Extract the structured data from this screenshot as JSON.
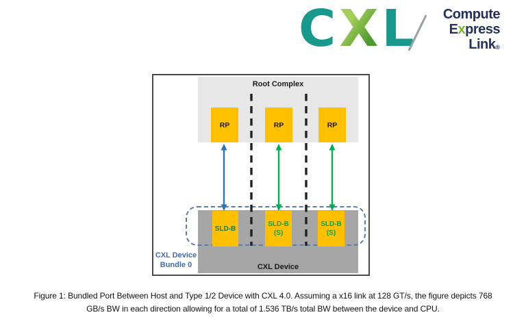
{
  "logo": {
    "wordmark": {
      "c": "C",
      "x": "X",
      "l": "L"
    },
    "tagline": {
      "line1": "Compute",
      "express_e": "E",
      "express_x": "x",
      "express_rest": "press",
      "line3": "Link",
      "registered": "®"
    }
  },
  "diagram": {
    "root_complex": {
      "label": "Root Complex",
      "ports": [
        {
          "label": "RP"
        },
        {
          "label": "RP"
        },
        {
          "label": "RP"
        }
      ]
    },
    "device": {
      "label": "CXL Device",
      "slds": [
        {
          "line1": "SLD-B",
          "line2": ""
        },
        {
          "line1": "SLD-B",
          "line2": "(S)"
        },
        {
          "line1": "SLD-B",
          "line2": "(S)"
        }
      ]
    },
    "bundle": {
      "label_line1": "CXL Device",
      "label_line2": "Bundle 0"
    },
    "colors": {
      "box_orange": "#FFC000",
      "root_complex_bg": "#E8E7E7",
      "device_bg": "#A6A6A6",
      "link_blue": "#2E74B5",
      "link_green": "#00AF50",
      "bundle_outline_blue": "#5B7BB5",
      "bundle_label_blue": "#3E6CB5",
      "sld_primary_text": "#1B7A44",
      "sld_secondary_text": "#00A650",
      "divider_black": "#212121",
      "logo_teal": "#18998C",
      "logo_green": "#76B82A",
      "logo_navy": "#25305B"
    }
  },
  "caption": {
    "line1": "Figure 1: Bundled Port Between Host and Type 1/2 Device with CXL 4.0. Assuming a x16 link at 128 GT/s, the figure depicts 768",
    "line2": "GB/s BW in each direction allowing for a total of 1.536 TB/s total BW between the device and CPU."
  }
}
